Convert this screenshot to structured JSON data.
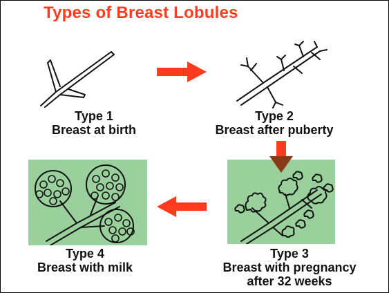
{
  "title": "Types of Breast Lobules",
  "colors": {
    "title": "#ff3b1f",
    "arrow": "#ff3b1f",
    "panel_background": "#99d09b",
    "line": "#111111"
  },
  "stages": [
    {
      "type_label": "Type 1",
      "description": [
        "Breast at birth"
      ]
    },
    {
      "type_label": "Type 2",
      "description": [
        "Breast after puberty"
      ]
    },
    {
      "type_label": "Type 3",
      "description": [
        "Breast with pregnancy",
        "after 32 weeks"
      ]
    },
    {
      "type_label": "Type 4",
      "description": [
        "Breast with milk"
      ]
    }
  ],
  "arrows": [
    {
      "from": "Type 1",
      "to": "Type 2",
      "direction": "right"
    },
    {
      "from": "Type 2",
      "to": "Type 3",
      "direction": "down"
    },
    {
      "from": "Type 3",
      "to": "Type 4",
      "direction": "left"
    }
  ]
}
